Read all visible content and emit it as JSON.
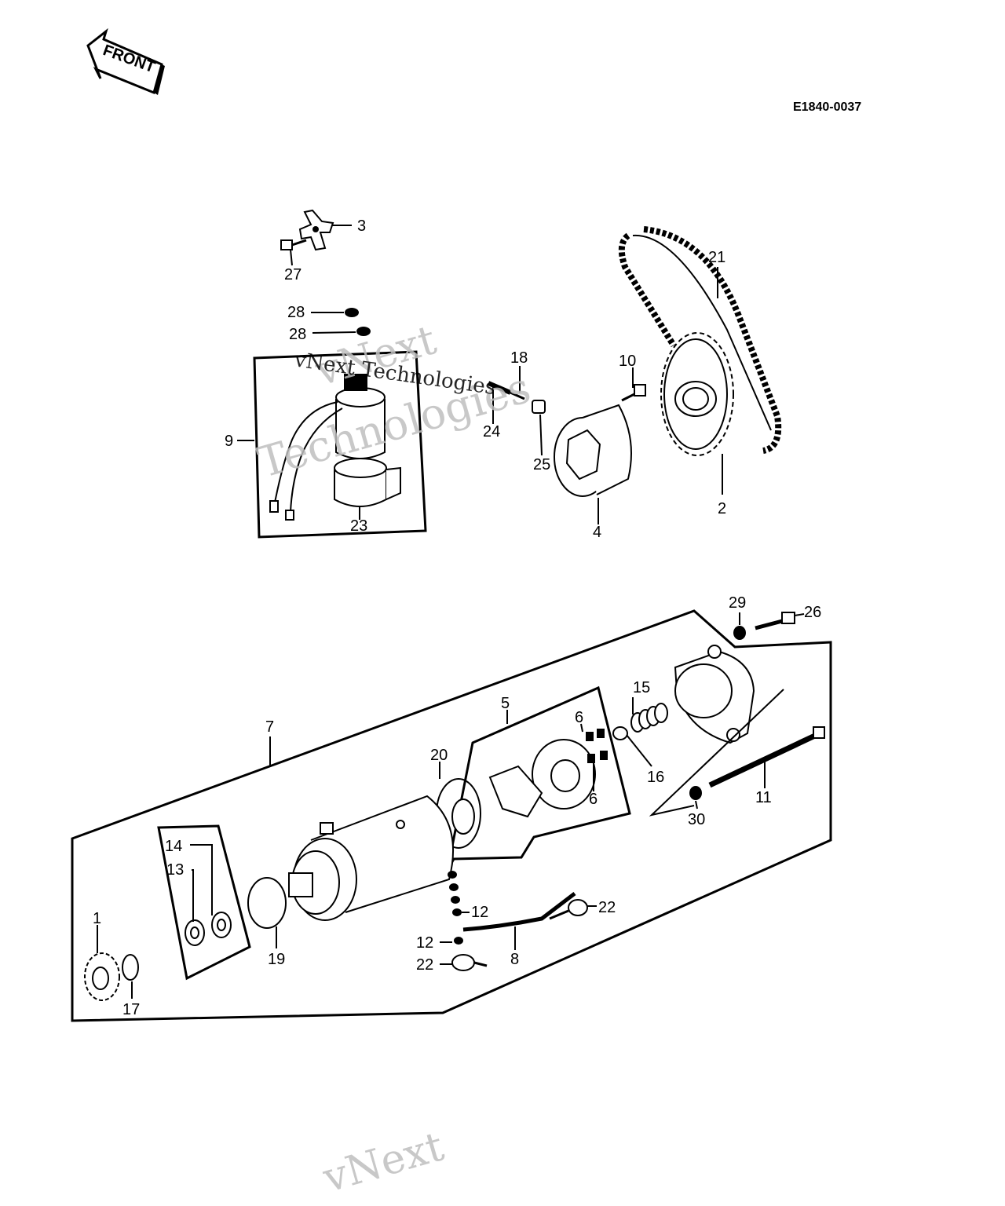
{
  "front_label": "FRONT",
  "diagram_code": "E1840-0037",
  "watermark": {
    "line1": "vNext",
    "line2": "Technologies",
    "line3": "vNext Technologies"
  },
  "callouts": {
    "p1": "1",
    "p2": "2",
    "p3": "3",
    "p4": "4",
    "p5": "5",
    "p6a": "6",
    "p6b": "6",
    "p7": "7",
    "p8": "8",
    "p9": "9",
    "p10": "10",
    "p11": "11",
    "p12a": "12",
    "p12b": "12",
    "p13": "13",
    "p14": "14",
    "p15": "15",
    "p16": "16",
    "p17": "17",
    "p18": "18",
    "p19": "19",
    "p20": "20",
    "p21": "21",
    "p22a": "22",
    "p22b": "22",
    "p23": "23",
    "p24": "24",
    "p25": "25",
    "p26": "26",
    "p27": "27",
    "p28a": "28",
    "p28b": "28",
    "p29": "29",
    "p30": "30"
  }
}
